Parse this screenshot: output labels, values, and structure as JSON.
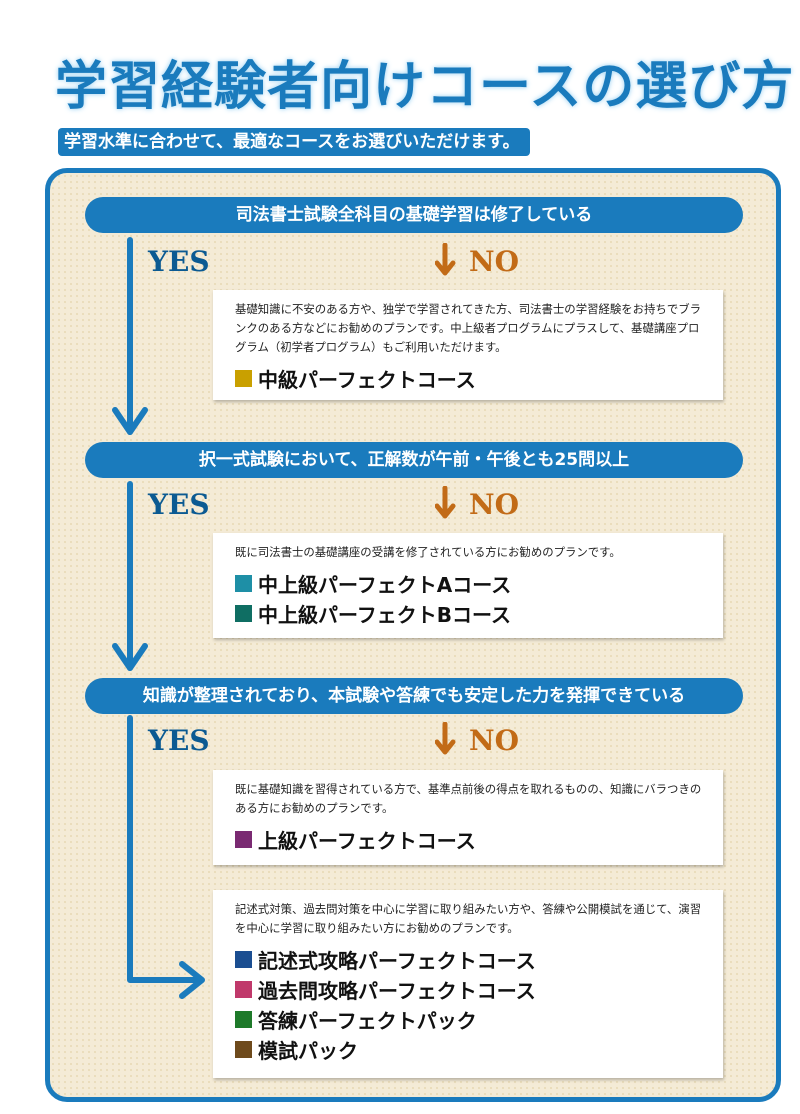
{
  "title": "学習経験者向けコースの選び方",
  "subtitle": "学習水準に合わせて、最適なコースをお選びいただけます。",
  "labels": {
    "yes": "YES",
    "no": "NO"
  },
  "questions": [
    "司法書士試験全科目の基礎学習は修了している",
    "択一式試験において、正解数が午前・午後とも25問以上",
    "知識が整理されており、本試験や答練でも安定した力を発揮できている"
  ],
  "cards": [
    {
      "description": "基礎知識に不安のある方や、独学で学習されてきた方、司法書士の学習経験をお持ちでブランクのある方などにお勧めのプランです。中上級者プログラムにプラスして、基礎講座プログラム（初学者プログラム）もご利用いただけます。",
      "courses": [
        {
          "name": "中級パーフェクトコース",
          "color": "#c9a000"
        }
      ]
    },
    {
      "description": "既に司法書士の基礎講座の受講を修了されている方にお勧めのプランです。",
      "courses": [
        {
          "name": "中上級パーフェクトAコース",
          "color": "#1e8fa6"
        },
        {
          "name": "中上級パーフェクトBコース",
          "color": "#0f6e63"
        }
      ]
    },
    {
      "description": "既に基礎知識を習得されている方で、基準点前後の得点を取れるものの、知識にバラつきのある方にお勧めのプランです。",
      "courses": [
        {
          "name": "上級パーフェクトコース",
          "color": "#7a2a72"
        }
      ]
    },
    {
      "description": "記述式対策、過去問対策を中心に学習に取り組みたい方や、答練や公開模試を通じて、演習を中心に学習に取り組みたい方にお勧めのプランです。",
      "courses": [
        {
          "name": "記述式攻略パーフェクトコース",
          "color": "#1b4e91"
        },
        {
          "name": "過去問攻略パーフェクトコース",
          "color": "#c0396b"
        },
        {
          "name": "答練パーフェクトパック",
          "color": "#1e7a2a"
        },
        {
          "name": "模試パック",
          "color": "#6e4a1c"
        }
      ]
    }
  ],
  "colors": {
    "accent": "#1a7bbd",
    "no_arrow": "#c26b17",
    "panel_bg": "#f4ebd6"
  }
}
